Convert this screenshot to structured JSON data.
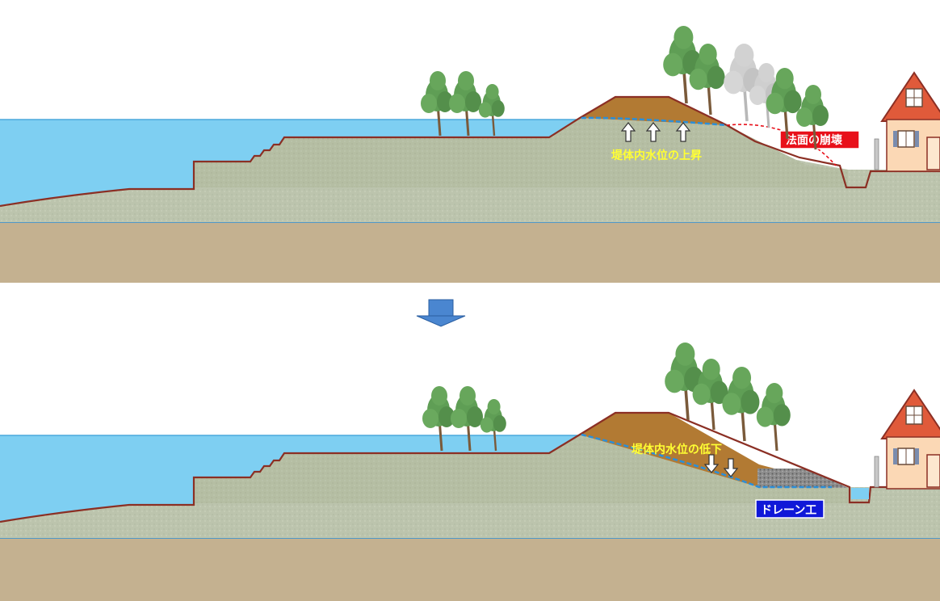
{
  "diagram": {
    "top_panel": {
      "water_label": "堤体内水位の上昇",
      "failure_label": "法面の崩壊"
    },
    "bottom_panel": {
      "water_label": "堤体内水位の低下",
      "drain_label": "ドレーン工"
    }
  },
  "colors": {
    "sea": "#7ecff2",
    "mound": "#b5bea3",
    "deep_soil": "#c4b190",
    "embankment": "#b27a33",
    "outline": "#8b2f24",
    "water_line": "#2b8fd9",
    "label_yellow": "#ffff33",
    "failure_red": "#e8101a",
    "drain_blue": "#1018d8",
    "arrow_blue": "#4a86d0",
    "tree_green": "#5f9e55",
    "tree_grey": "#c9c9c9",
    "house_wall": "#fbd8b5",
    "house_roof": "#e05a3a"
  }
}
